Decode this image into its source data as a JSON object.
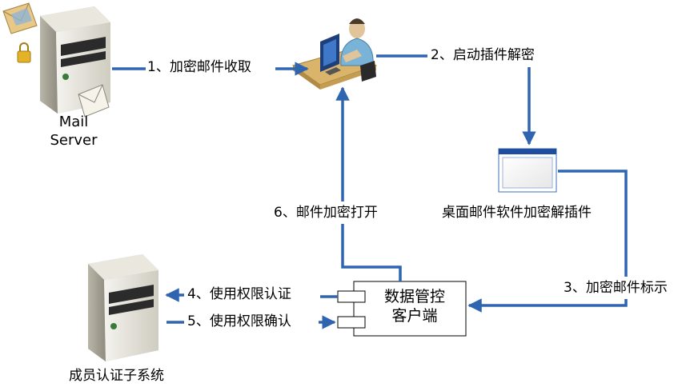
{
  "nodes": {
    "mail_server": {
      "line1": "Mail",
      "line2": "Server"
    },
    "plugin": {
      "label": "桌面邮件软件加密解插件"
    },
    "client": {
      "line1": "数据管控",
      "line2": "客户端"
    },
    "auth_server": {
      "label": "成员认证子系统"
    }
  },
  "edges": {
    "step1": "1、加密邮件收取",
    "step2": "2、启动插件解密",
    "step3": "3、加密邮件标示",
    "step4": "4、使用权限认证",
    "step5": "5、使用权限确认",
    "step6": "6、邮件加密打开"
  },
  "colors": {
    "arrow": "#2e64b0",
    "server_body": "#e8e6dc",
    "server_dark": "#2b2b2b",
    "desk": "#d9b46a",
    "person": "#7ab3d8",
    "envelope": "#e8c787",
    "lock": "#e3b227"
  }
}
